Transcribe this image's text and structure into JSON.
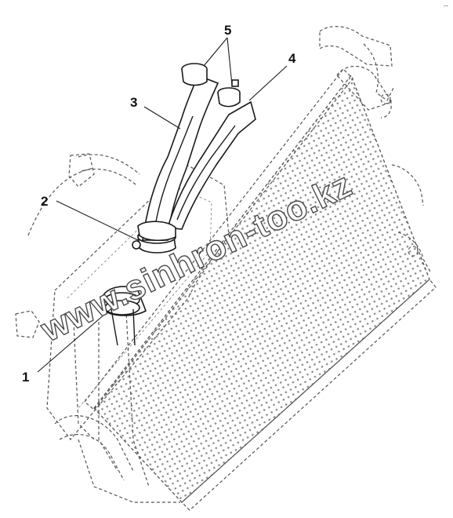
{
  "diagram": {
    "corner_mark": "--",
    "watermark": "www.sinhron-too.kz",
    "callouts": [
      {
        "id": "1",
        "label": "1"
      },
      {
        "id": "2",
        "label": "2"
      },
      {
        "id": "3",
        "label": "3"
      },
      {
        "id": "4",
        "label": "4"
      },
      {
        "id": "5",
        "label": "5"
      }
    ]
  }
}
